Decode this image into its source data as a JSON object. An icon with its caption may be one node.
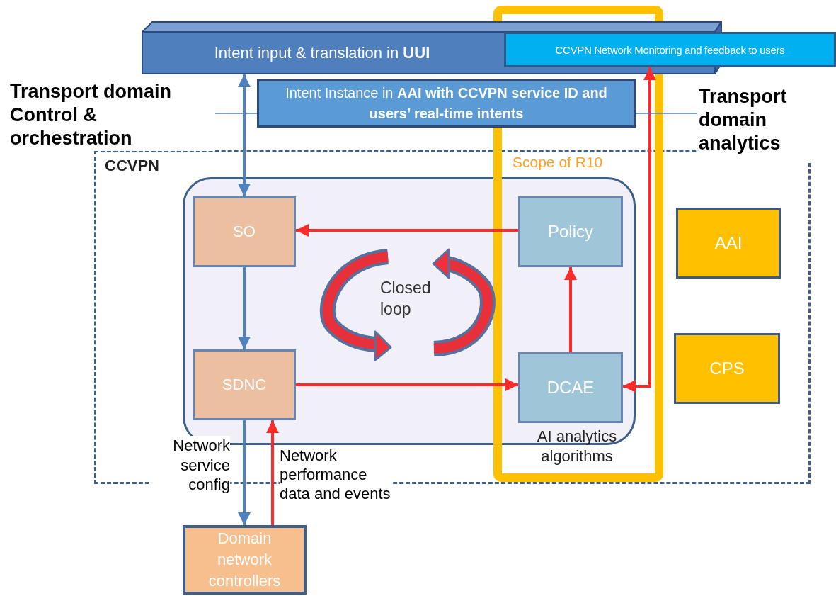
{
  "diagram": {
    "nodes": [
      {
        "text": [
          "Intent input & translation in **UUI**"
        ]
      },
      {
        "text": [
          "CCVPN Network Monitoring and feedback to users"
        ]
      },
      {
        "text": [
          "Transport domain Control & orchestration"
        ]
      },
      {
        "text": [
          "Intent Instance in **AAI** **with CCVPN service ID and users’ real-time intents**"
        ]
      },
      {
        "text": [
          "Transport domain analytics"
        ]
      },
      {
        "text": [
          "CCVPN"
        ]
      },
      {
        "text": [],
        "shape": "box",
        "in": 5
      },
      {
        "text": [
          "SO"
        ],
        "in": 6
      },
      {
        "text": [
          "SDNC"
        ],
        "in": 6
      },
      {
        "text": [
          "Policy"
        ],
        "in": 6
      },
      {
        "text": [
          "DCAE"
        ],
        "in": 6,
        "beside": [
          "AI analytics algorithms"
        ]
      },
      {
        "text": [
          "AAI"
        ],
        "in": 5
      },
      {
        "text": [
          "CPS"
        ],
        "in": 5
      },
      {
        "text": [
          "Domain network controllers"
        ]
      }
    ],
    "edges": [
      {
        "from": 0,
        "to": 7,
        "arrow": "both",
        "color": "#4f81bd"
      },
      {
        "from": 9,
        "to": 7,
        "arrow": "to",
        "color": "#ff2a2a"
      },
      {
        "from": 7,
        "to": 8,
        "arrow": "to",
        "color": "#4f81bd"
      },
      {
        "from": 8,
        "to": 10,
        "arrow": "to",
        "color": "#ff2a2a"
      },
      {
        "from": 10,
        "to": 9,
        "arrow": "to",
        "color": "#ff2a2a"
      },
      {
        "from": 8,
        "to": 13,
        "arrow": "to",
        "color": "#4f81bd"
      },
      {
        "from": 13,
        "to": 8,
        "arrow": "to",
        "color": "#ff2a2a"
      },
      {
        "from": 1,
        "to": 10,
        "arrow": "both",
        "color": "#ff2a2a"
      },
      {
        "from": 2,
        "to": 3,
        "arrow": "none",
        "color": "#4f81bd"
      },
      {
        "from": 3,
        "to": 4,
        "arrow": "none",
        "color": "#4f81bd"
      }
    ],
    "labels": [
      "Scope of R10",
      "Closed loop",
      "Network service config",
      "Network performance data and events"
    ]
  }
}
